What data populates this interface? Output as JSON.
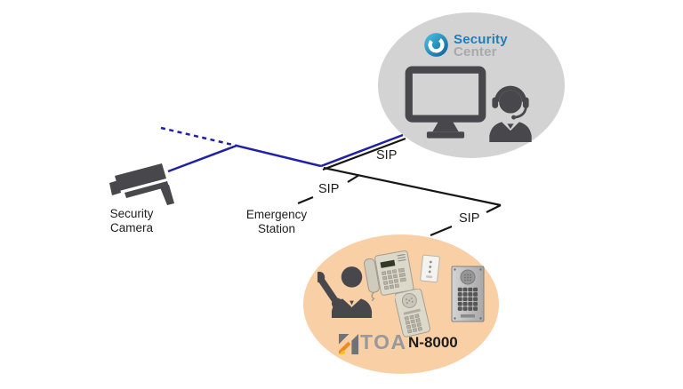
{
  "colors": {
    "canvas_bg": "#ffffff",
    "blue_line": "#2121a3",
    "black_line": "#161616",
    "sc_zone_bg": "#d3d3d3",
    "n8000_zone_bg": "#f9cfa6",
    "icon_gray": "#48484c",
    "brand_blue": "#1e7fb8",
    "brand_blue_light": "#4cc6e2",
    "brand_blue_dark": "#0c5d97",
    "brand_gray": "#a7a9ad",
    "toa_gray": "#97999c",
    "toa_orange": "#ef8a1d",
    "toa_yellow": "#f5c21b",
    "label_color": "#1d1d1d"
  },
  "security_center": {
    "logo_primary": "Security",
    "logo_secondary": "Center"
  },
  "security_camera": {
    "label_line1": "Security",
    "label_line2": "Camera"
  },
  "emergency_station": {
    "label_line1": "Emergency",
    "label_line2": "Station"
  },
  "n8000": {
    "brand": "TOA",
    "model": "N-8000"
  },
  "sip_labels": [
    "SIP",
    "SIP",
    "SIP"
  ]
}
